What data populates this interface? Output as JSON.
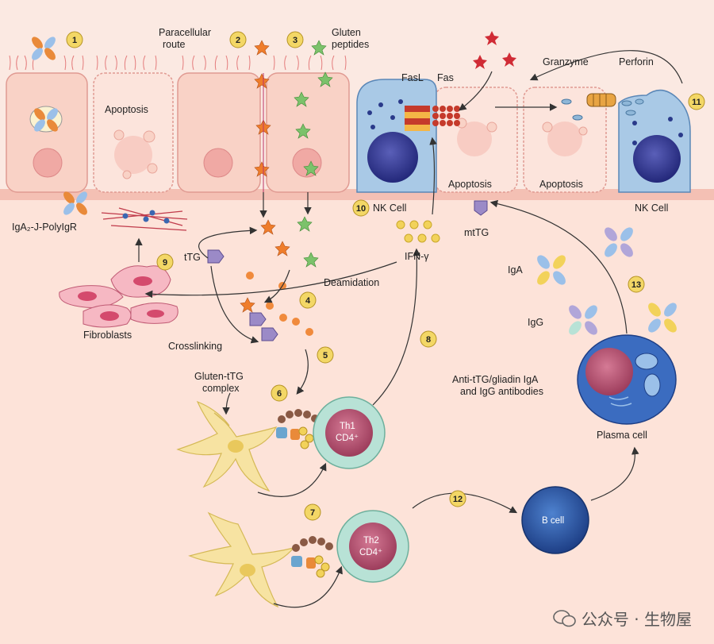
{
  "labels": {
    "paracellular": "Paracellular",
    "route": "route",
    "gluten": "Gluten",
    "peptides": "peptides",
    "apoptosis": "Apoptosis",
    "fasl": "FasL",
    "fas": "Fas",
    "granzyme": "Granzyme",
    "perforin": "Perforin",
    "nk_cell": "NK Cell",
    "iga_polyigr": "IgA₂-J-PolyIgR",
    "ttg": "tTG",
    "deamidation": "Deamidation",
    "fibroblasts": "Fibroblasts",
    "crosslinking": "Crosslinking",
    "gluten_ttg": "Gluten-tTG",
    "complex": "complex",
    "ifn": "IFN-γ",
    "mttg": "mtTG",
    "iga": "IgA",
    "igg": "IgG",
    "anti_line1": "Anti-tTG/gliadin IgA",
    "anti_line2": "and IgG antibodies",
    "plasma_cell": "Plasma cell",
    "th1": "Th1",
    "th2": "Th2",
    "cd4": "CD4⁺",
    "b_cell": "B cell"
  },
  "steps": [
    "1",
    "2",
    "3",
    "4",
    "5",
    "6",
    "7",
    "8",
    "9",
    "10",
    "11",
    "12",
    "13"
  ],
  "watermark": "公众号 · 生物屋",
  "colors": {
    "background": "#fde3d9",
    "epithelial_cell": "#f9d2c6",
    "nk_cell": "#a9c9e6",
    "t_cell": "#b8e2d6",
    "b_cell": "#2f5fa8",
    "dendritic_cell": "#f7e3a2",
    "gluten_peptide": "#7cc26b",
    "deamidated_peptide": "#ef7d2b",
    "step_badge": "#f3d766"
  }
}
